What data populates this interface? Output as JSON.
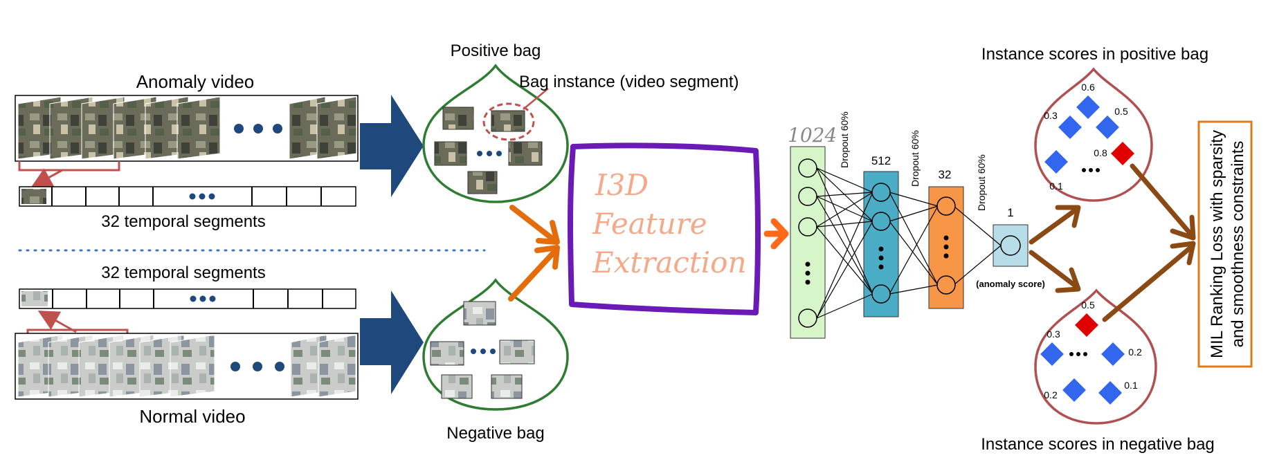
{
  "anomaly_video": {
    "title": "Anomaly video",
    "segments_label": "32  temporal segments"
  },
  "normal_video": {
    "title": "Normal video",
    "segments_label": "32  temporal segments"
  },
  "positive_bag": {
    "title": "Positive bag",
    "instance_label": "Bag instance (video segment)"
  },
  "negative_bag": {
    "title": "Negative bag"
  },
  "feature_box": {
    "line1": "I3D",
    "line2": "Feature",
    "line3": "Extraction"
  },
  "network": {
    "layer1_size": "1024",
    "layer2_size": "512",
    "layer3_size": "32",
    "output_size": "1",
    "dropout1": "Dropout 60%",
    "dropout2": "Dropout 60%",
    "dropout3": "Dropout 60%",
    "output_label": "(anomaly score)"
  },
  "positive_scores": {
    "title": "Instance scores in positive bag",
    "values": [
      "0.6",
      "0.3",
      "0.5",
      "0.8",
      "0.1"
    ]
  },
  "negative_scores": {
    "title": "Instance scores in negative bag",
    "values": [
      "0.5",
      "0.3",
      "0.2",
      "0.2",
      "0.1"
    ]
  },
  "loss_box": {
    "line1": "MIL Ranking Loss with sparsity",
    "line2": "and smoothness constraints"
  },
  "colors": {
    "navy_arrow": "#1f497d",
    "orange_arrow": "#e46c0a",
    "brown_arrow": "#8b4a14",
    "bag_green": "#2e7d32",
    "score_bag": "#b05050",
    "purple_box": "#6a1bb5",
    "layer1": "#d6f5c8",
    "layer2": "#4bacc6",
    "layer3": "#f79646",
    "output": "#b7dde8",
    "diamond_blue": "#3366ee",
    "diamond_red": "#e00000",
    "loss_box_border": "#e07b1a"
  },
  "icons": [
    "ellipsis-icon",
    "diamond-icon",
    "arrow-icon"
  ]
}
